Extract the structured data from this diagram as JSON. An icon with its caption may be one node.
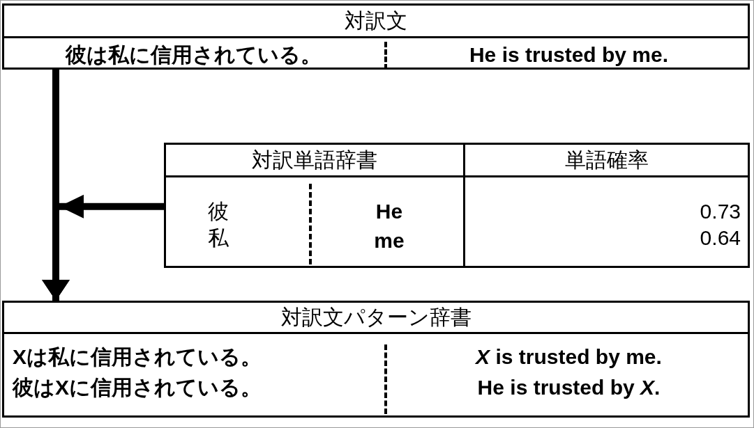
{
  "diagram": {
    "nodes": [
      {
        "text": [
          "対訳文",
          "彼は私に信用されている。",
          "He is trusted by me."
        ]
      },
      {
        "text": [
          "対訳単語辞書",
          "単語確率",
          "彼",
          "He",
          "0.73",
          "私",
          "me",
          "0.64"
        ]
      },
      {
        "text": [
          "対訳文パターン辞書",
          "Xは私に信用されている。",
          "*X* is trusted by me.",
          "彼はXに信用されている。",
          "He is trusted by *X*."
        ]
      }
    ],
    "edges": [
      {
        "from": 0,
        "to": 2,
        "arrow": "to"
      },
      {
        "from": 1,
        "to": 2,
        "arrow": "to"
      }
    ]
  }
}
